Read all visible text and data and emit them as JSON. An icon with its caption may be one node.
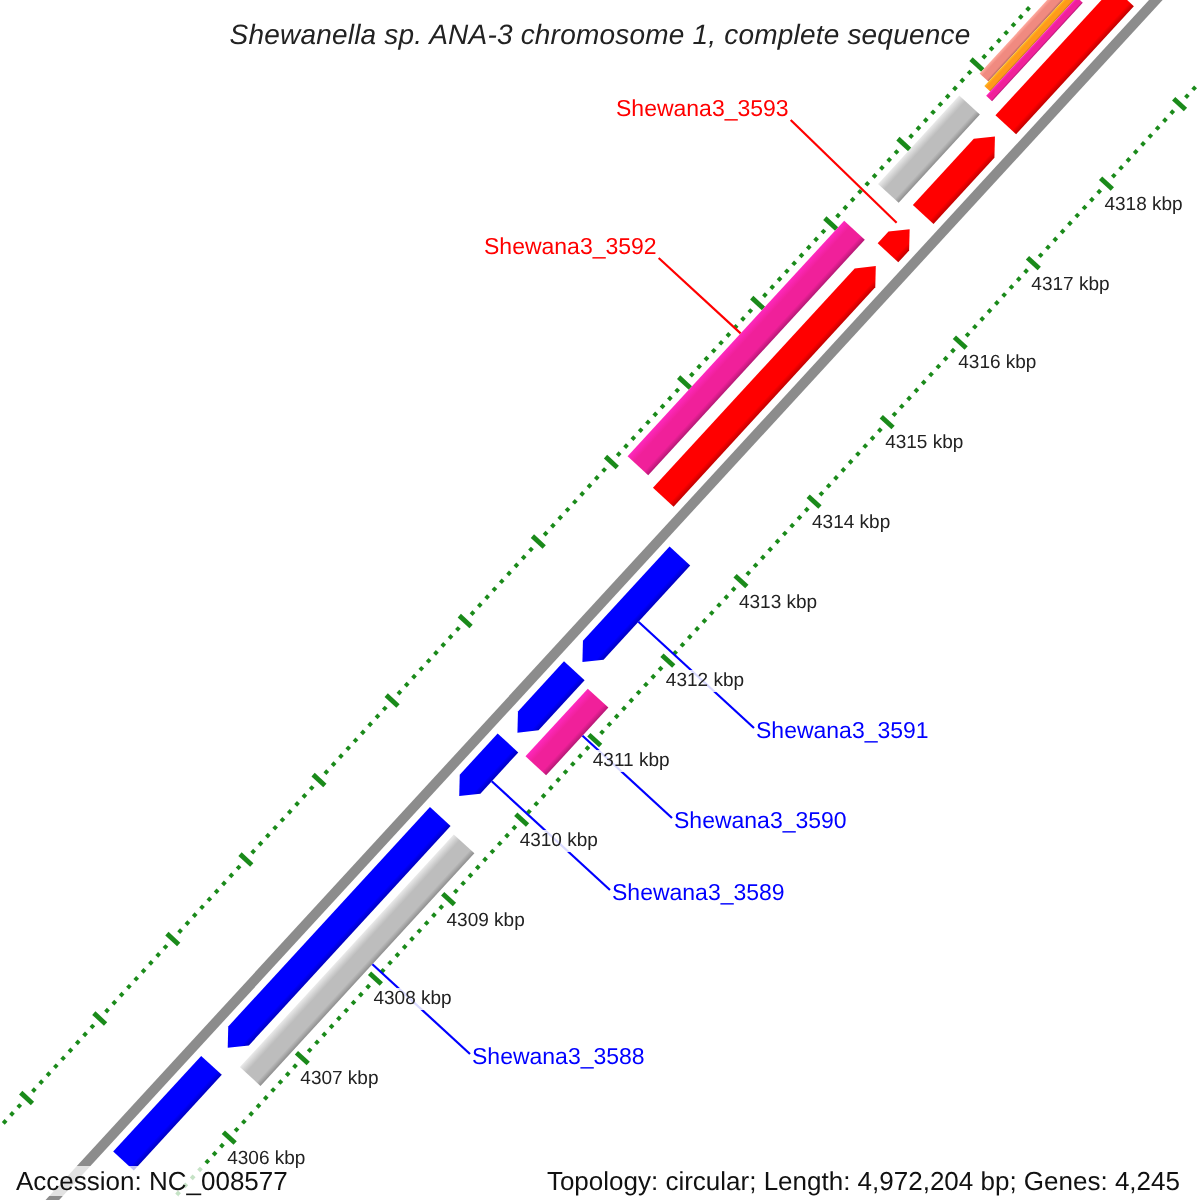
{
  "diagram": {
    "title": "Shewanella sp. ANA-3 chromosome 1, complete sequence",
    "nodes": [
      {
        "text": [
          "Shewana3_3593"
        ]
      },
      {
        "text": [
          "Shewana3_3592"
        ]
      },
      {
        "text": [
          "Shewana3_3591"
        ]
      },
      {
        "text": [
          "Shewana3_3590"
        ]
      },
      {
        "text": [
          "Shewana3_3589"
        ]
      },
      {
        "text": [
          "Shewana3_3588"
        ]
      },
      {
        "text": [],
        "shape": "bar"
      },
      {
        "text": [],
        "shape": "bar"
      },
      {
        "text": [],
        "shape": "bar"
      },
      {
        "text": [],
        "shape": "arrow"
      },
      {
        "text": [],
        "shape": "arrow"
      },
      {
        "text": [],
        "shape": "bar"
      },
      {
        "text": [],
        "shape": "arrow"
      },
      {
        "text": [],
        "shape": "arrow"
      },
      {
        "text": [],
        "shape": "arrow"
      },
      {
        "text": [],
        "shape": "bar"
      },
      {
        "text": [],
        "shape": "arrow"
      },
      {
        "text": [],
        "shape": "arrow"
      },
      {
        "text": [],
        "shape": "bar"
      },
      {
        "text": [],
        "shape": "bar"
      }
    ],
    "edges": [
      {
        "from": 0,
        "to": 10,
        "arrow": "none",
        "color": "#ff0000"
      },
      {
        "from": 1,
        "to": 11,
        "arrow": "none",
        "color": "#ff0000"
      },
      {
        "from": 2,
        "to": 13,
        "arrow": "none"
      },
      {
        "from": 3,
        "to": 15,
        "arrow": "none"
      },
      {
        "from": 4,
        "to": 16,
        "arrow": "none"
      },
      {
        "from": 5,
        "to": 18,
        "arrow": "none"
      }
    ],
    "labels": [
      "4318 kbp",
      "4317 kbp",
      "4316 kbp",
      "4315 kbp",
      "4314 kbp",
      "4313 kbp",
      "4312 kbp",
      "4311 kbp",
      "4310 kbp",
      "4309 kbp",
      "4308 kbp",
      "4307 kbp",
      "4306 kbp",
      "Accession: NC_008577",
      "Topology: circular; Length: 4,972,204 bp; Genes: 4,245"
    ]
  }
}
